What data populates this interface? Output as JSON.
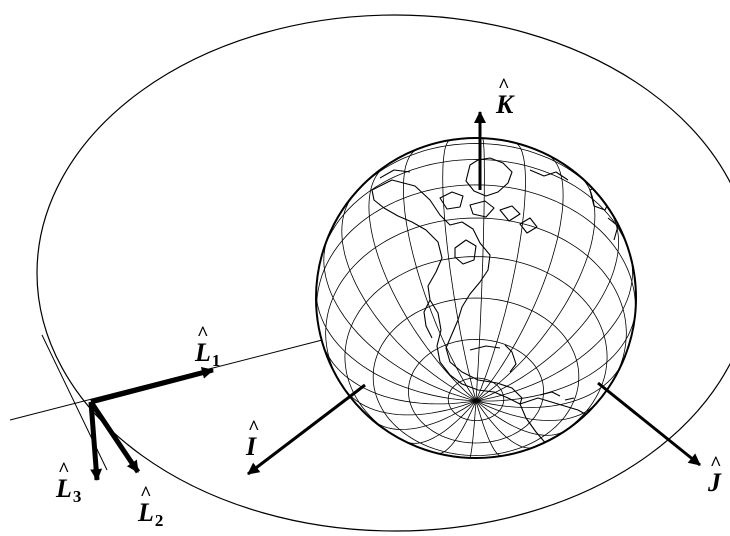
{
  "colors": {
    "ink": "#000000",
    "background": "#ffffff"
  },
  "labels": {
    "K": {
      "hat": "^",
      "letter": "K"
    },
    "I": {
      "hat": "^",
      "letter": "I"
    },
    "J": {
      "hat": "^",
      "letter": "J"
    },
    "L1": {
      "hat": "^",
      "letter": "L",
      "subscript": "1"
    },
    "L2": {
      "hat": "^",
      "letter": "L",
      "subscript": "2"
    },
    "L3": {
      "hat": "^",
      "letter": "L",
      "subscript": "3"
    }
  }
}
